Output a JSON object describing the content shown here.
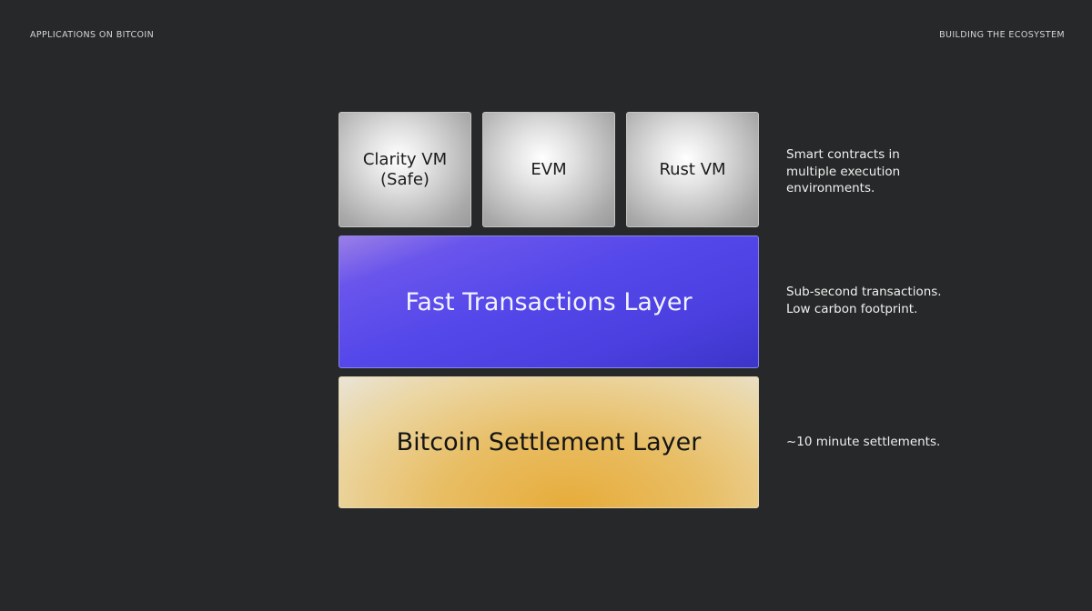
{
  "header": {
    "left_label": "APPLICATIONS ON BITCOIN",
    "right_label": "BUILDING THE ECOSYSTEM"
  },
  "stack": {
    "vms": [
      {
        "line1": "Clarity VM",
        "line2": "(Safe)"
      },
      {
        "line1": "EVM"
      },
      {
        "line1": "Rust VM"
      }
    ],
    "fast_layer": "Fast Transactions Layer",
    "settlement_layer": "Bitcoin Settlement Layer"
  },
  "descriptions": {
    "vms": [
      "Smart contracts in",
      "multiple execution",
      "environments."
    ],
    "fast_layer": [
      "Sub-second transactions.",
      "Low carbon footprint."
    ],
    "settlement_layer": [
      "~10 minute settlements."
    ]
  },
  "colors": {
    "background": "#272829",
    "vm_gray": "#c8c8c8",
    "fast_purple": "#5548ea",
    "bitcoin_gold": "#e8bd63"
  }
}
